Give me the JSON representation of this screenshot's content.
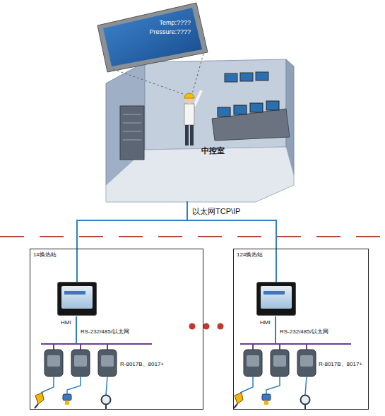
{
  "diagram": {
    "nodes": [
      {
        "text": [
          "Temp:????",
          "Pressure:????"
        ]
      },
      {
        "text": [
          "中控室"
        ]
      },
      {
        "text": [
          "1#换热站"
        ]
      },
      {
        "text": [
          "HMI"
        ],
        "in": 2
      },
      {
        "text": [
          "12#换热站"
        ]
      },
      {
        "text": [
          "HMI"
        ],
        "in": 4
      }
    ],
    "edges": [
      {
        "from": 1,
        "to": 3,
        "arrow": "none"
      },
      {
        "from": 1,
        "to": 5,
        "arrow": "none"
      }
    ],
    "labels": [
      "以太网TCP\\IP",
      "RS-232/485/以太网",
      "R-8017B、8017+",
      "RS-232/485/以太网",
      "R-8017B、8017+"
    ]
  }
}
